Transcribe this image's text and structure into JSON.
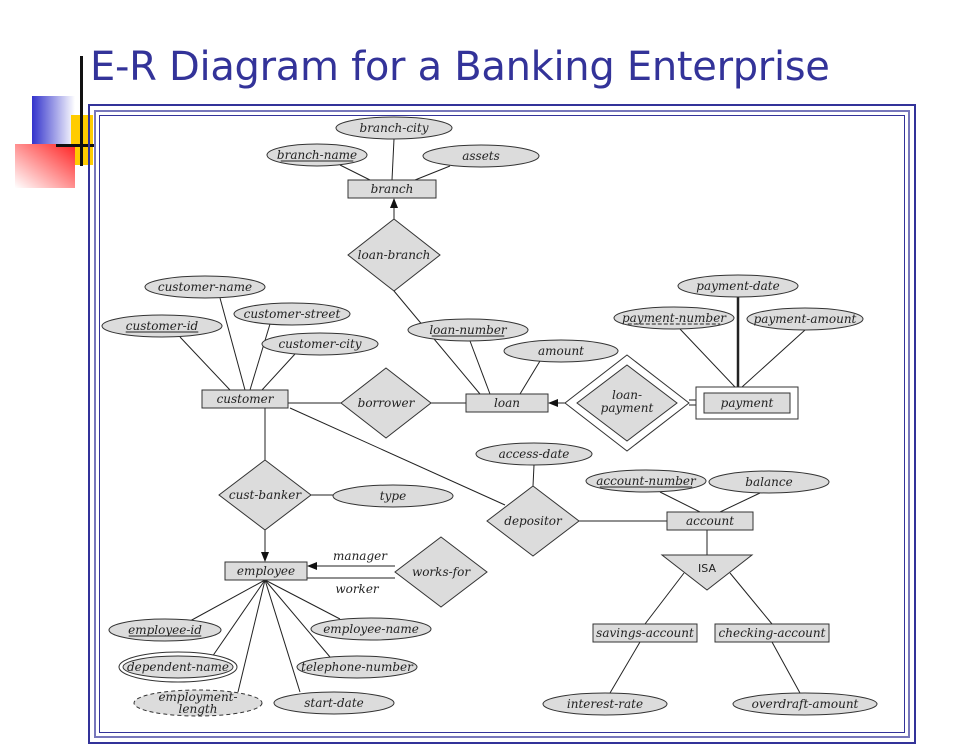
{
  "slide": {
    "title": "E-R Diagram for a Banking Enterprise"
  },
  "colors": {
    "title": "#333399",
    "frame": "#333399",
    "shape_fill": "#dcdcdc",
    "stroke": "#333333"
  },
  "entities": {
    "branch": "branch",
    "customer": "customer",
    "loan": "loan",
    "payment": "payment",
    "account": "account",
    "employee": "employee",
    "savings_account": "savings-account",
    "checking_account": "checking-account"
  },
  "relationships": {
    "loan_branch": "loan-branch",
    "borrower": "borrower",
    "loan_payment_1": "loan-",
    "loan_payment_2": "payment",
    "cust_banker": "cust-banker",
    "depositor": "depositor",
    "works_for": "works-for",
    "isa": "ISA"
  },
  "attributes": {
    "branch_city": "branch-city",
    "branch_name": "branch-name",
    "assets": "assets",
    "customer_name": "customer-name",
    "customer_street": "customer-street",
    "customer_id": "customer-id",
    "customer_city": "customer-city",
    "loan_number": "loan-number",
    "amount": "amount",
    "payment_date": "payment-date",
    "payment_number": "payment-number",
    "payment_amount": "payment-amount",
    "access_date": "access-date",
    "account_number": "account-number",
    "balance": "balance",
    "type": "type",
    "employee_id": "employee-id",
    "employee_name": "employee-name",
    "dependent_name": "dependent-name",
    "telephone_number": "telephone-number",
    "employment_length_1": "employment-",
    "employment_length_2": "length",
    "start_date": "start-date",
    "interest_rate": "interest-rate",
    "overdraft_amount": "overdraft-amount"
  },
  "roles": {
    "manager": "manager",
    "worker": "worker"
  }
}
